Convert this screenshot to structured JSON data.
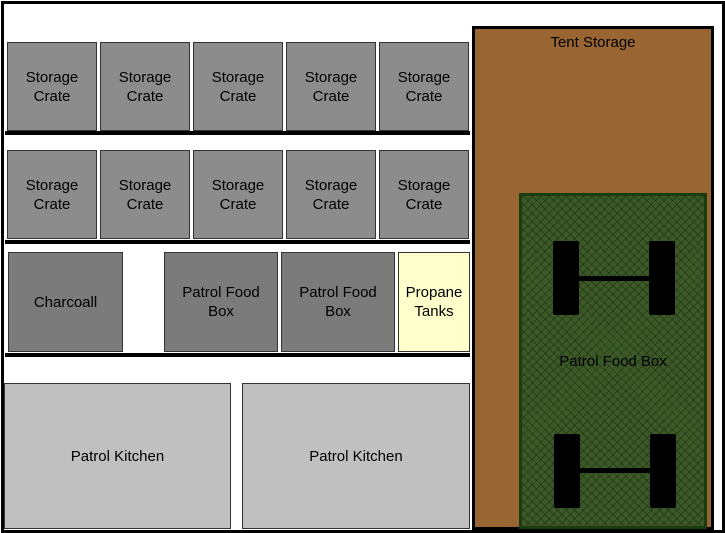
{
  "storage": {
    "row1": [
      "Storage Crate",
      "Storage Crate",
      "Storage Crate",
      "Storage Crate",
      "Storage Crate"
    ],
    "row2": [
      "Storage Crate",
      "Storage Crate",
      "Storage Crate",
      "Storage Crate",
      "Storage Crate"
    ]
  },
  "row3": {
    "charcoal": "Charcoall",
    "food_box_1": "Patrol Food Box",
    "food_box_2": "Patrol Food Box",
    "propane": "Propane Tanks"
  },
  "kitchens": [
    "Patrol Kitchen",
    "Patrol Kitchen"
  ],
  "tent_storage": {
    "label": "Tent Storage"
  },
  "trailer": {
    "label": "Patrol Food Box"
  },
  "colors": {
    "crate": "#8c8c8c",
    "food_box": "#7b7b7b",
    "propane": "#ffffcc",
    "kitchen": "#c0c0c0",
    "tent": "#996633",
    "trailer": "#3b5a27"
  }
}
